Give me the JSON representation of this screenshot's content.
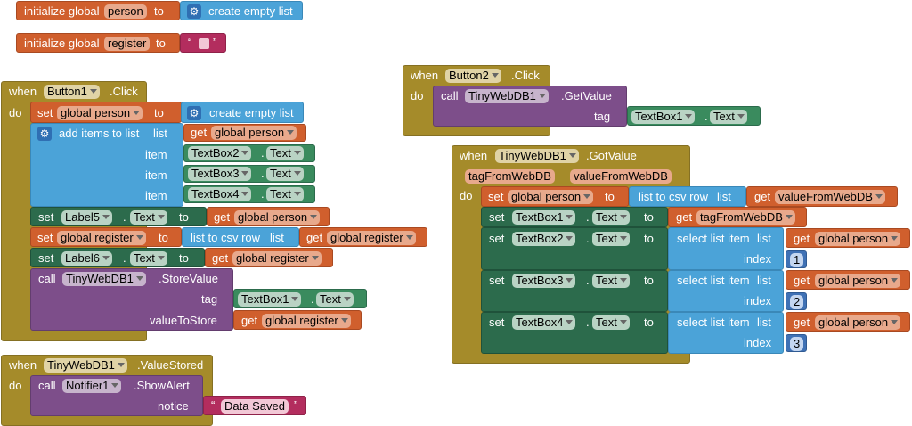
{
  "init_person": {
    "prefix": "initialize global",
    "name": "person",
    "to": "to",
    "value": "create empty list"
  },
  "init_register": {
    "prefix": "initialize global",
    "name": "register",
    "to": "to",
    "open_quote": "“",
    "close_quote": "”"
  },
  "b1": {
    "when": "when",
    "component": "Button1",
    "event": ".Click",
    "do": "do",
    "set": "set",
    "get": "get",
    "to": "to",
    "dot": ".",
    "global_person": "global person",
    "global_register": "global register",
    "create_empty_list": "create empty list",
    "add_items": "add items to list",
    "list": "list",
    "item": "item",
    "textbox2": "TextBox2",
    "textbox3": "TextBox3",
    "textbox4": "TextBox4",
    "text": "Text",
    "label5": "Label5",
    "label6": "Label6",
    "list_to_csv": "list to csv row",
    "list_word": "list",
    "call": "call",
    "tinywebdb1": "TinyWebDB1",
    "storevalue": ".StoreValue",
    "tag": "tag",
    "textbox1": "TextBox1",
    "valuetostore": "valueToStore"
  },
  "b2": {
    "when": "when",
    "component": "Button2",
    "event": ".Click",
    "do": "do",
    "call": "call",
    "tinywebdb1": "TinyWebDB1",
    "getvalue": ".GetValue",
    "tag": "tag",
    "textbox1": "TextBox1",
    "dot": ".",
    "text": "Text"
  },
  "gv": {
    "when": "when",
    "component": "TinyWebDB1",
    "event": ".GotValue",
    "param1": "tagFromWebDB",
    "param2": "valueFromWebDB",
    "do": "do",
    "set": "set",
    "get": "get",
    "to": "to",
    "dot": ".",
    "text": "Text",
    "global_person": "global person",
    "list_to_csv": "list to csv row",
    "list": "list",
    "textbox1": "TextBox1",
    "textbox2": "TextBox2",
    "textbox3": "TextBox3",
    "textbox4": "TextBox4",
    "select_item": "select list item",
    "index": "index",
    "idx1": "1",
    "idx2": "2",
    "idx3": "3"
  },
  "vs": {
    "when": "when",
    "component": "TinyWebDB1",
    "event": ".ValueStored",
    "do": "do",
    "call": "call",
    "notifier": "Notifier1",
    "showalert": ".ShowAlert",
    "notice": "notice",
    "open_quote": "“",
    "value": "Data Saved",
    "close_quote": "”"
  },
  "icons": {
    "mutator": "gear-icon",
    "dropdown": "chevron-down-icon"
  }
}
